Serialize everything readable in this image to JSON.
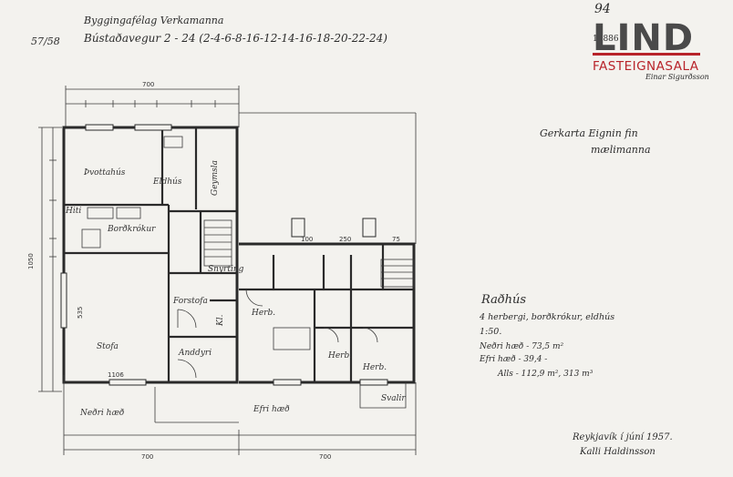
{
  "header": {
    "line1": "Byggingafélag Verkamanna",
    "sheet_no": "57/58",
    "line2": "Bústaðavegur 2 - 24 (2-4-6-8-16-12-14-16-18-20-22-24)",
    "ref_number": "94",
    "stamp_code": "15886",
    "signature_top": "Einar Sigurðsson"
  },
  "logo": {
    "word": "LIND",
    "sub": "FASTEIGNASALA",
    "accent_color": "#b8232a",
    "text_color": "#4a4a4a"
  },
  "approval": {
    "line1": "Gerkarta Eignin fin",
    "line2": "mælimanna"
  },
  "legend": {
    "title": "Raðhús",
    "desc": "4 herbergi, borðkrókur, eldhús",
    "scale": "1:50.",
    "lower_floor": "Neðri hæð - 73,5 m²",
    "upper_floor": "Efri hæð - 39,4 -",
    "total": "Alls - 112,9 m², 313 m³"
  },
  "rooms": {
    "wash": "Þvottahús",
    "kitchen": "Eldhús",
    "storage": "Geymsla",
    "nook": "Borðkrókur",
    "hall": "Forstofa",
    "wc": "Snyrting",
    "living": "Stofa",
    "entry": "Anddyri",
    "wardrobe": "Kl.",
    "bed1": "Herb.",
    "bed2": "Herb.",
    "bed3": "Herb.",
    "balcony": "Svalir",
    "hiti": "Hiti"
  },
  "floor_labels": {
    "lower": "Neðri hæð",
    "upper": "Efri hæð"
  },
  "dims": {
    "left_height": "1050",
    "left_inner": "535",
    "top_total": "700",
    "living_width": "1106",
    "bottom_total_left": "700",
    "bottom_total_right": "700",
    "upper_top_a": "100",
    "upper_top_b": "250",
    "upper_top_c": "75"
  },
  "footer": {
    "place_date": "Reykjavík í júní 1957.",
    "signature": "Kalli Haldinsson"
  }
}
